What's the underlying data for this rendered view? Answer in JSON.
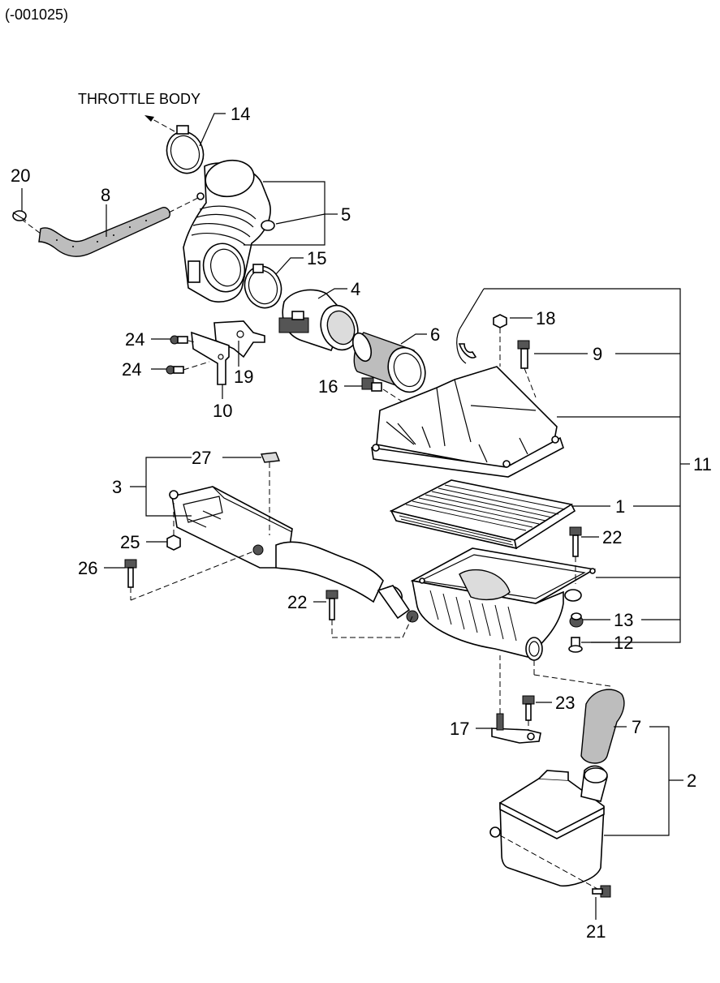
{
  "header": {
    "range_code": "(-001025)"
  },
  "annotation": {
    "throttle_body": "THROTTLE BODY"
  },
  "callouts": {
    "p1": "1",
    "p2": "2",
    "p3": "3",
    "p4": "4",
    "p5": "5",
    "p6": "6",
    "p7": "7",
    "p8": "8",
    "p9": "9",
    "p10": "10",
    "p11": "11",
    "p12": "12",
    "p13": "13",
    "p14": "14",
    "p15": "15",
    "p16": "16",
    "p17": "17",
    "p18": "18",
    "p19": "19",
    "p20": "20",
    "p21": "21",
    "p22a": "22",
    "p22b": "22",
    "p23": "23",
    "p24a": "24",
    "p24b": "24",
    "p25": "25",
    "p26": "26",
    "p27": "27"
  }
}
